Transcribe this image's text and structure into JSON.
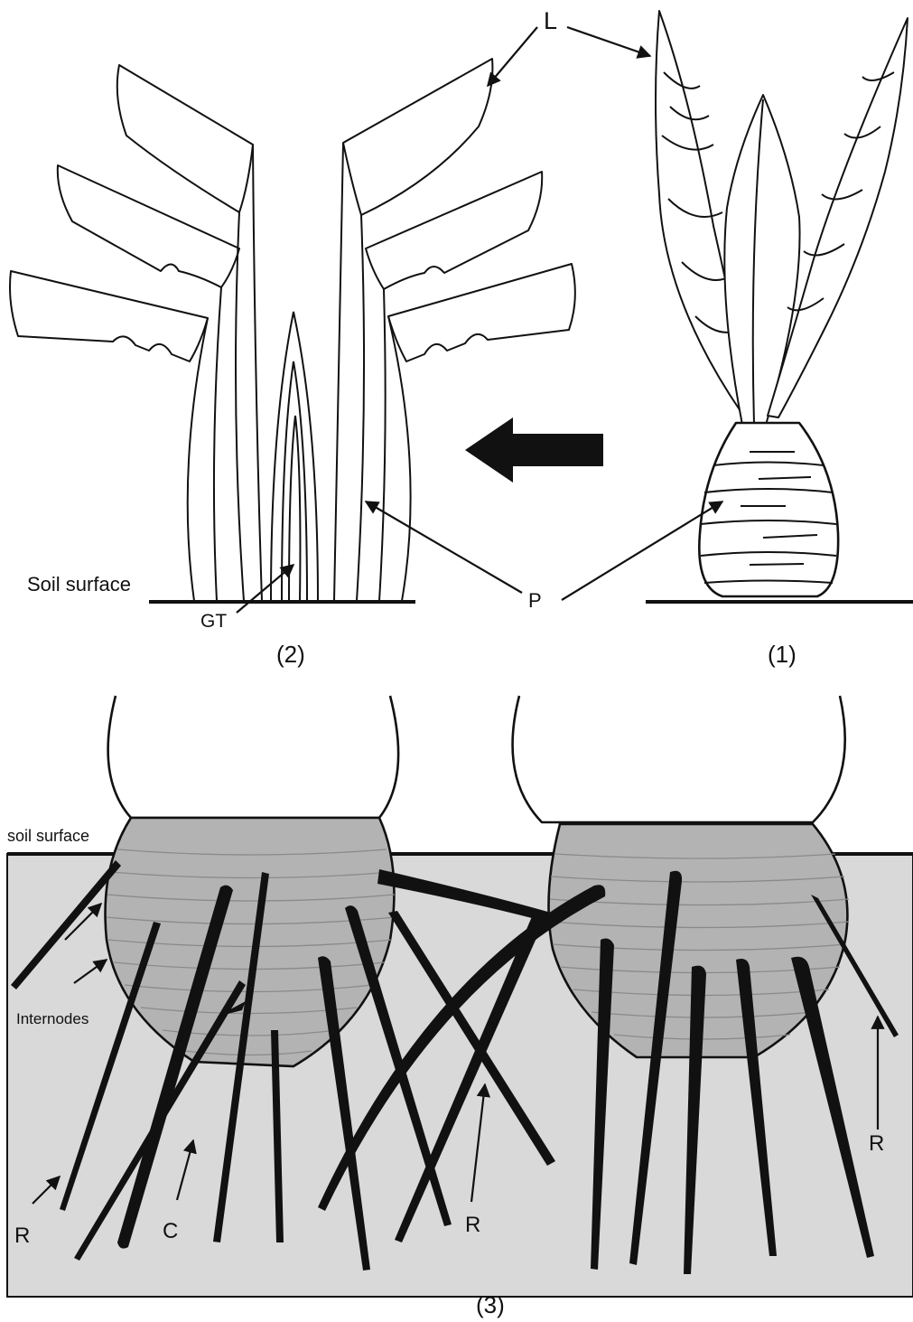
{
  "labels": {
    "leaf": "L",
    "pseudostem": "P",
    "growing_tip": "GT",
    "soil_surface_upper": "Soil surface",
    "soil_surface_lower": "soil surface",
    "internodes": "Internodes",
    "root_left": "R",
    "root_middle": "R",
    "root_right": "R",
    "corm": "C",
    "panel_1": "(1)",
    "panel_2": "(2)",
    "panel_3": "(3)"
  },
  "colors": {
    "line": "#111111",
    "soil": "#d9d9d9",
    "corm": "#b3b3b3",
    "internode_lines": "#8a8a8a",
    "background": "#ffffff"
  }
}
